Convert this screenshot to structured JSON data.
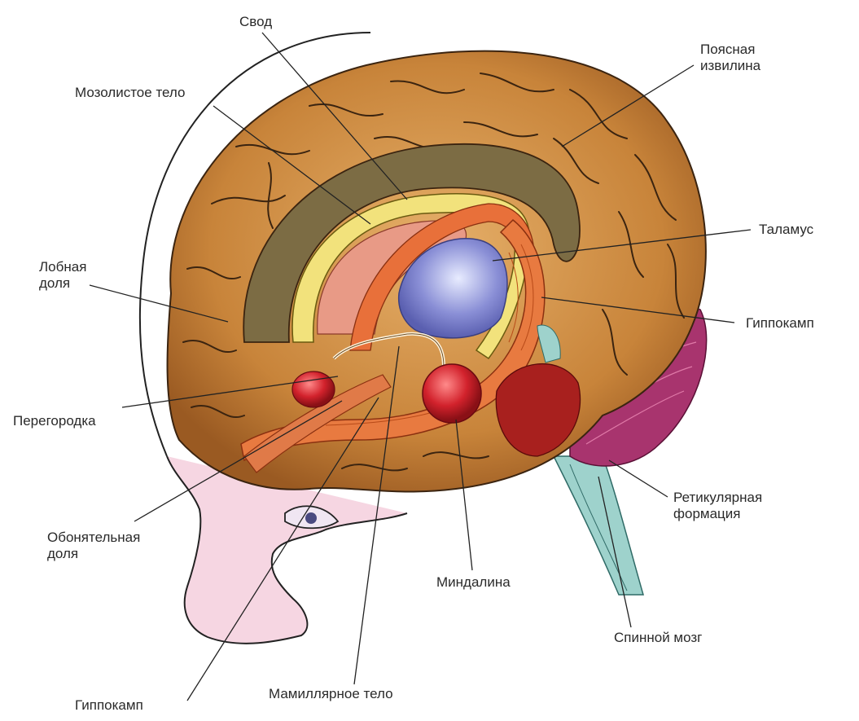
{
  "labels": {
    "svod": "Свод",
    "poyasnaya_line1": "Поясная",
    "poyasnaya_line2": "извилина",
    "mozolistoe": "Мозолистое тело",
    "talamus": "Таламус",
    "lobnaya_line1": "Лобная",
    "lobnaya_line2": "доля",
    "gippokamp_right": "Гиппокамп",
    "peregorodka": "Перегородка",
    "retikulyarnaya_line1": "Ретикулярная",
    "retikulyarnaya_line2": "формация",
    "obonyatelnaya_line1": "Обонятельная",
    "obonyatelnaya_line2": "доля",
    "mindalina": "Миндалина",
    "spinnoy_mozg": "Спинной мозг",
    "mamillyarnoe": "Мамиллярное тело",
    "gippokamp_bottom": "Гиппокамп"
  },
  "colors": {
    "cortex": "#c8843a",
    "cortex_light": "#e0a55a",
    "sulci": "#3b2410",
    "cingulate": "#7a6a44",
    "corpus_callosum": "#f0e27a",
    "thalamus": "#8a8fd6",
    "hippocampus": "#e0703a",
    "amygdala": "#c8202a",
    "cerebellum": "#a0306a",
    "brainstem": "#8fc8c0",
    "skin": "#f4c8d8",
    "line": "#222222"
  }
}
